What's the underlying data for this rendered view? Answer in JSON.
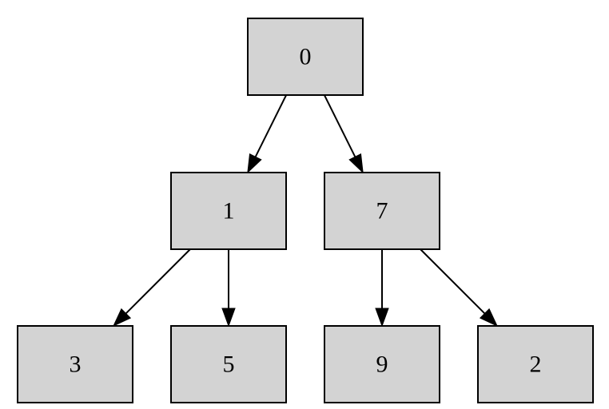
{
  "colors": {
    "node_fill": "#d3d3d3",
    "node_stroke": "#000000",
    "edge": "#000000",
    "text": "#000000",
    "background": "#ffffff"
  },
  "nodes": [
    {
      "id": "n0",
      "label": "0"
    },
    {
      "id": "n1",
      "label": "1"
    },
    {
      "id": "n7",
      "label": "7"
    },
    {
      "id": "n3",
      "label": "3"
    },
    {
      "id": "n5",
      "label": "5"
    },
    {
      "id": "n9",
      "label": "9"
    },
    {
      "id": "n2",
      "label": "2"
    }
  ],
  "edges": [
    {
      "from": "n0",
      "to": "n1"
    },
    {
      "from": "n0",
      "to": "n7"
    },
    {
      "from": "n1",
      "to": "n3"
    },
    {
      "from": "n1",
      "to": "n5"
    },
    {
      "from": "n7",
      "to": "n9"
    },
    {
      "from": "n7",
      "to": "n2"
    }
  ]
}
